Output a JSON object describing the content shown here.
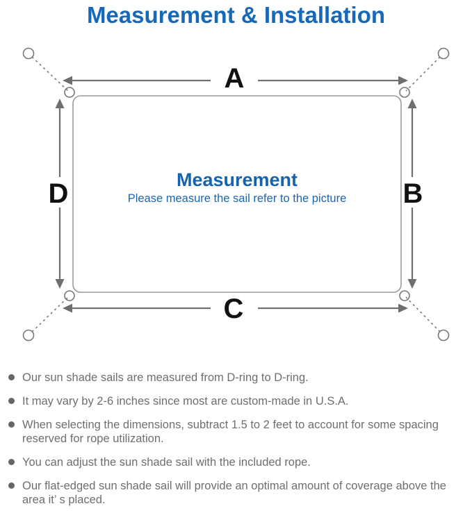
{
  "title": "Measurement & Installation",
  "diagram": {
    "label_a": "A",
    "label_b": "B",
    "label_c": "C",
    "label_d": "D",
    "center_title": "Measurement",
    "center_subtitle": "Please measure the sail refer to the picture"
  },
  "notes": [
    "Our sun shade sails are measured from D-ring to D-ring.",
    "It may vary by 2-6 inches since most are custom-made in U.S.A.",
    "When selecting the dimensions, subtract 1.5 to 2 feet to account for some spacing reserved for rope utilization.",
    "You can adjust the sun shade sail with the included rope.",
    "Our flat-edged sun shade sail will provide an optimal amount of coverage above the area it’ s placed."
  ],
  "colors": {
    "title_blue": "#1668b8",
    "center_blue": "#1563ac",
    "subtitle_blue": "#1b66b0",
    "outline_gray": "#999999",
    "arrow_gray": "#6f6f6f",
    "rope_gray": "#777777",
    "note_text_gray": "#6e6e6e",
    "label_black": "#111111"
  }
}
